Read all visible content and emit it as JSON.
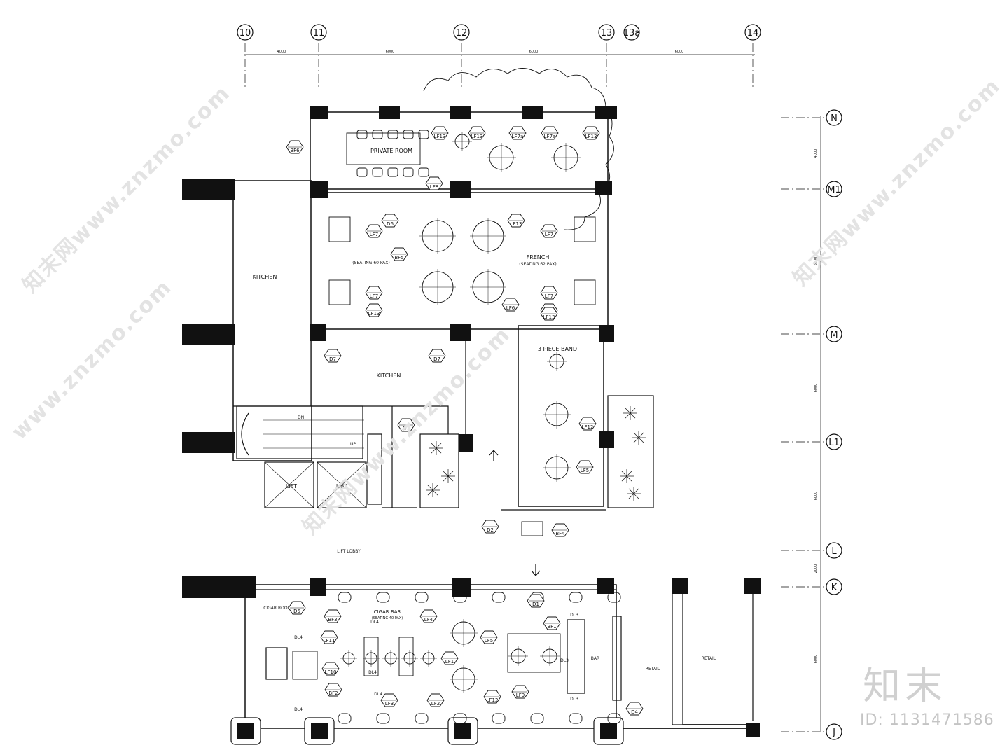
{
  "grid": {
    "columns": [
      "10",
      "11",
      "12",
      "13",
      "13a",
      "14"
    ],
    "rows": [
      "N",
      "M1",
      "M",
      "L1",
      "L",
      "K",
      "J"
    ],
    "col_dims": [
      "4000",
      "6000",
      "6000",
      "6000"
    ],
    "row_dims": [
      "4000",
      "6000",
      "6000",
      "6000",
      "2000",
      "6000"
    ]
  },
  "rooms": {
    "private_room": "PRIVATE ROOM",
    "kitchen_upper": "KITCHEN",
    "kitchen_mid": "KITCHEN",
    "french": "FRENCH",
    "french_seating": "(SEATING  62 PAX)",
    "seating_left": "(SEATING  60 PAX)",
    "band": "3 PIECE BAND",
    "lift_a": "LIFT",
    "lift_b": "LIFT",
    "lift_lobby": "LIFT LOBBY",
    "cigar_room": "CIGAR ROOM",
    "cigar_bar": "CIGAR BAR",
    "cigar_seating": "(SEATING  40 PAX)",
    "bar": "BAR",
    "retail_a": "RETAIL",
    "retail_b": "RETAIL"
  },
  "tags": [
    "BF6",
    "LF13",
    "LF8",
    "LF13",
    "LF7a",
    "LF7a",
    "LF13",
    "D6",
    "LF13",
    "LF7",
    "LF7",
    "BF5",
    "LF7",
    "LF13",
    "LF7",
    "LF6",
    "LF7",
    "LF13",
    "D7",
    "D7",
    "D7",
    "LF12",
    "LF5",
    "D2",
    "BF4",
    "D1",
    "D5",
    "BF3",
    "LF4",
    "LF11",
    "LF5",
    "BF1",
    "LF10",
    "LF1",
    "BF2",
    "LF3",
    "LF2",
    "LF12",
    "LF9",
    "D4"
  ],
  "dl_labels": [
    "DL4",
    "DL4",
    "DL4",
    "DL4",
    "DL4",
    "DL3",
    "DL3",
    "DL3"
  ],
  "stair_labels": [
    "DN",
    "UP"
  ],
  "watermarks": [
    "知末网www.znzmo.com",
    "知末网www.znzmo.com",
    "知末网www.znzmo.com",
    "www.znzmo.com"
  ],
  "brand": "知末",
  "id_text": "ID: 1131471586"
}
